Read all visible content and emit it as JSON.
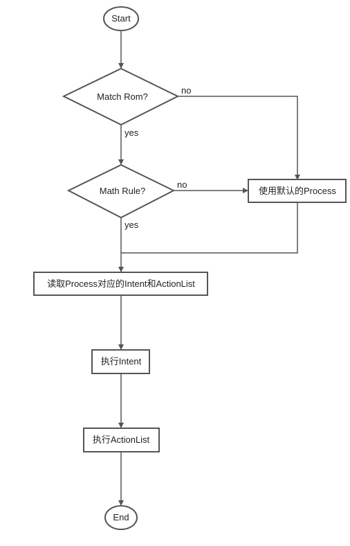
{
  "nodes": {
    "start": "Start",
    "match_rom": "Match Rom?",
    "math_rule": "Math Rule?",
    "use_default": "使用默认的Process",
    "read_process": "读取Process对应的Intent和ActionList",
    "exec_intent": "执行Intent",
    "exec_actionlist": "执行ActionList",
    "end": "End"
  },
  "edges": {
    "rom_no": "no",
    "rom_yes": "yes",
    "rule_no": "no",
    "rule_yes": "yes"
  }
}
